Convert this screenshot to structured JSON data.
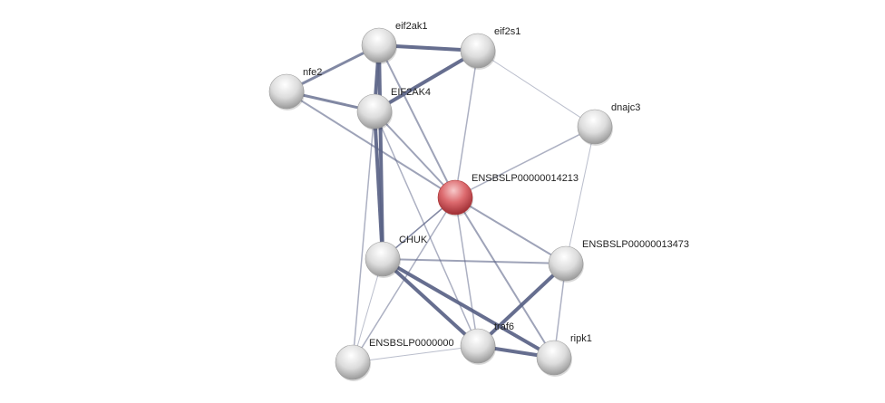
{
  "nodes": [
    {
      "id": "eif2ak1",
      "label": "eif2ak1",
      "highlight": false
    },
    {
      "id": "eif2s1",
      "label": "eif2s1",
      "highlight": false
    },
    {
      "id": "nfe2",
      "label": "nfe2",
      "highlight": false
    },
    {
      "id": "EIF2AK4",
      "label": "EIF2AK4",
      "highlight": false
    },
    {
      "id": "dnajc3",
      "label": "dnajc3",
      "highlight": false
    },
    {
      "id": "center",
      "label": "ENSBSLP00000014213",
      "highlight": true
    },
    {
      "id": "CHUK",
      "label": "CHUK",
      "highlight": false
    },
    {
      "id": "p13473",
      "label": "ENSBSLP00000013473",
      "highlight": false
    },
    {
      "id": "p000",
      "label": "ENSBSLP0000000",
      "highlight": false
    },
    {
      "id": "traf6",
      "label": "traf6",
      "highlight": false
    },
    {
      "id": "ripk1",
      "label": "ripk1",
      "highlight": false
    }
  ],
  "edges": [
    [
      "nfe2",
      "eif2ak1",
      3
    ],
    [
      "nfe2",
      "EIF2AK4",
      3
    ],
    [
      "nfe2",
      "center",
      2
    ],
    [
      "eif2ak1",
      "eif2s1",
      4
    ],
    [
      "eif2ak1",
      "EIF2AK4",
      4
    ],
    [
      "eif2ak1",
      "center",
      2
    ],
    [
      "eif2ak1",
      "CHUK",
      4
    ],
    [
      "EIF2AK4",
      "CHUK",
      4
    ],
    [
      "EIF2AK4",
      "eif2s1",
      4
    ],
    [
      "EIF2AK4",
      "center",
      2
    ],
    [
      "eif2s1",
      "center",
      1.5
    ],
    [
      "eif2s1",
      "dnajc3",
      1
    ],
    [
      "dnajc3",
      "center",
      1.5
    ],
    [
      "dnajc3",
      "p13473",
      1
    ],
    [
      "center",
      "CHUK",
      1.5
    ],
    [
      "center",
      "p13473",
      2
    ],
    [
      "center",
      "traf6",
      1.5
    ],
    [
      "center",
      "ripk1",
      2
    ],
    [
      "center",
      "p000",
      1.5
    ],
    [
      "CHUK",
      "p13473",
      2
    ],
    [
      "CHUK",
      "traf6",
      4
    ],
    [
      "CHUK",
      "ripk1",
      4
    ],
    [
      "CHUK",
      "p000",
      1
    ],
    [
      "p13473",
      "traf6",
      4
    ],
    [
      "p13473",
      "ripk1",
      1.5
    ],
    [
      "traf6",
      "ripk1",
      4
    ],
    [
      "traf6",
      "p000",
      1
    ],
    [
      "center",
      "CHUK",
      1.5
    ],
    [
      "EIF2AK4",
      "traf6",
      1.5
    ],
    [
      "p000",
      "EIF2AK4",
      1.5
    ]
  ],
  "colors": {
    "edge": "#5a6386",
    "node": "#d8d8d8",
    "highlight": "#d9676b"
  }
}
